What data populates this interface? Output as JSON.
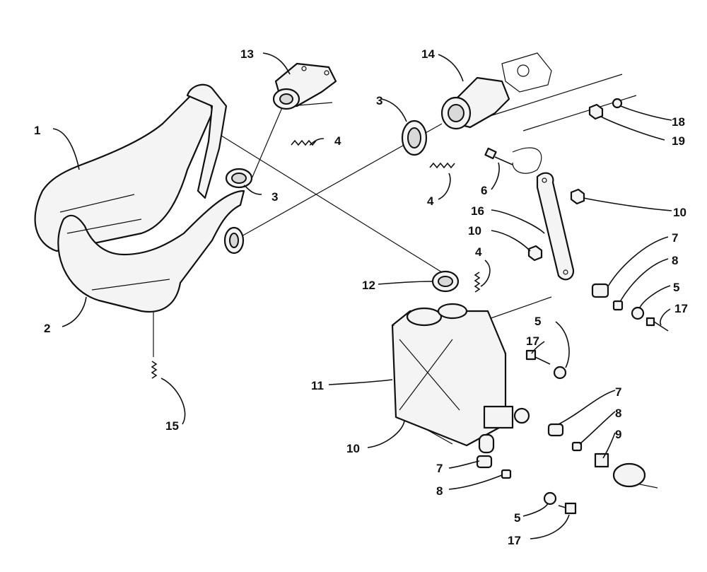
{
  "callouts": {
    "c1": "1",
    "c2": "2",
    "c3a": "3",
    "c3b": "3",
    "c4a": "4",
    "c4b": "4",
    "c4c": "4",
    "c5a": "5",
    "c5b": "5",
    "c5c": "5",
    "c6": "6",
    "c7a": "7",
    "c7b": "7",
    "c7c": "7",
    "c8a": "8",
    "c8b": "8",
    "c8c": "8",
    "c9": "9",
    "c10a": "10",
    "c10b": "10",
    "c10c": "10",
    "c11": "11",
    "c12": "12",
    "c13": "13",
    "c14": "14",
    "c15": "15",
    "c16": "16",
    "c17a": "17",
    "c17b": "17",
    "c17c": "17",
    "c18": "18",
    "c19": "19"
  }
}
